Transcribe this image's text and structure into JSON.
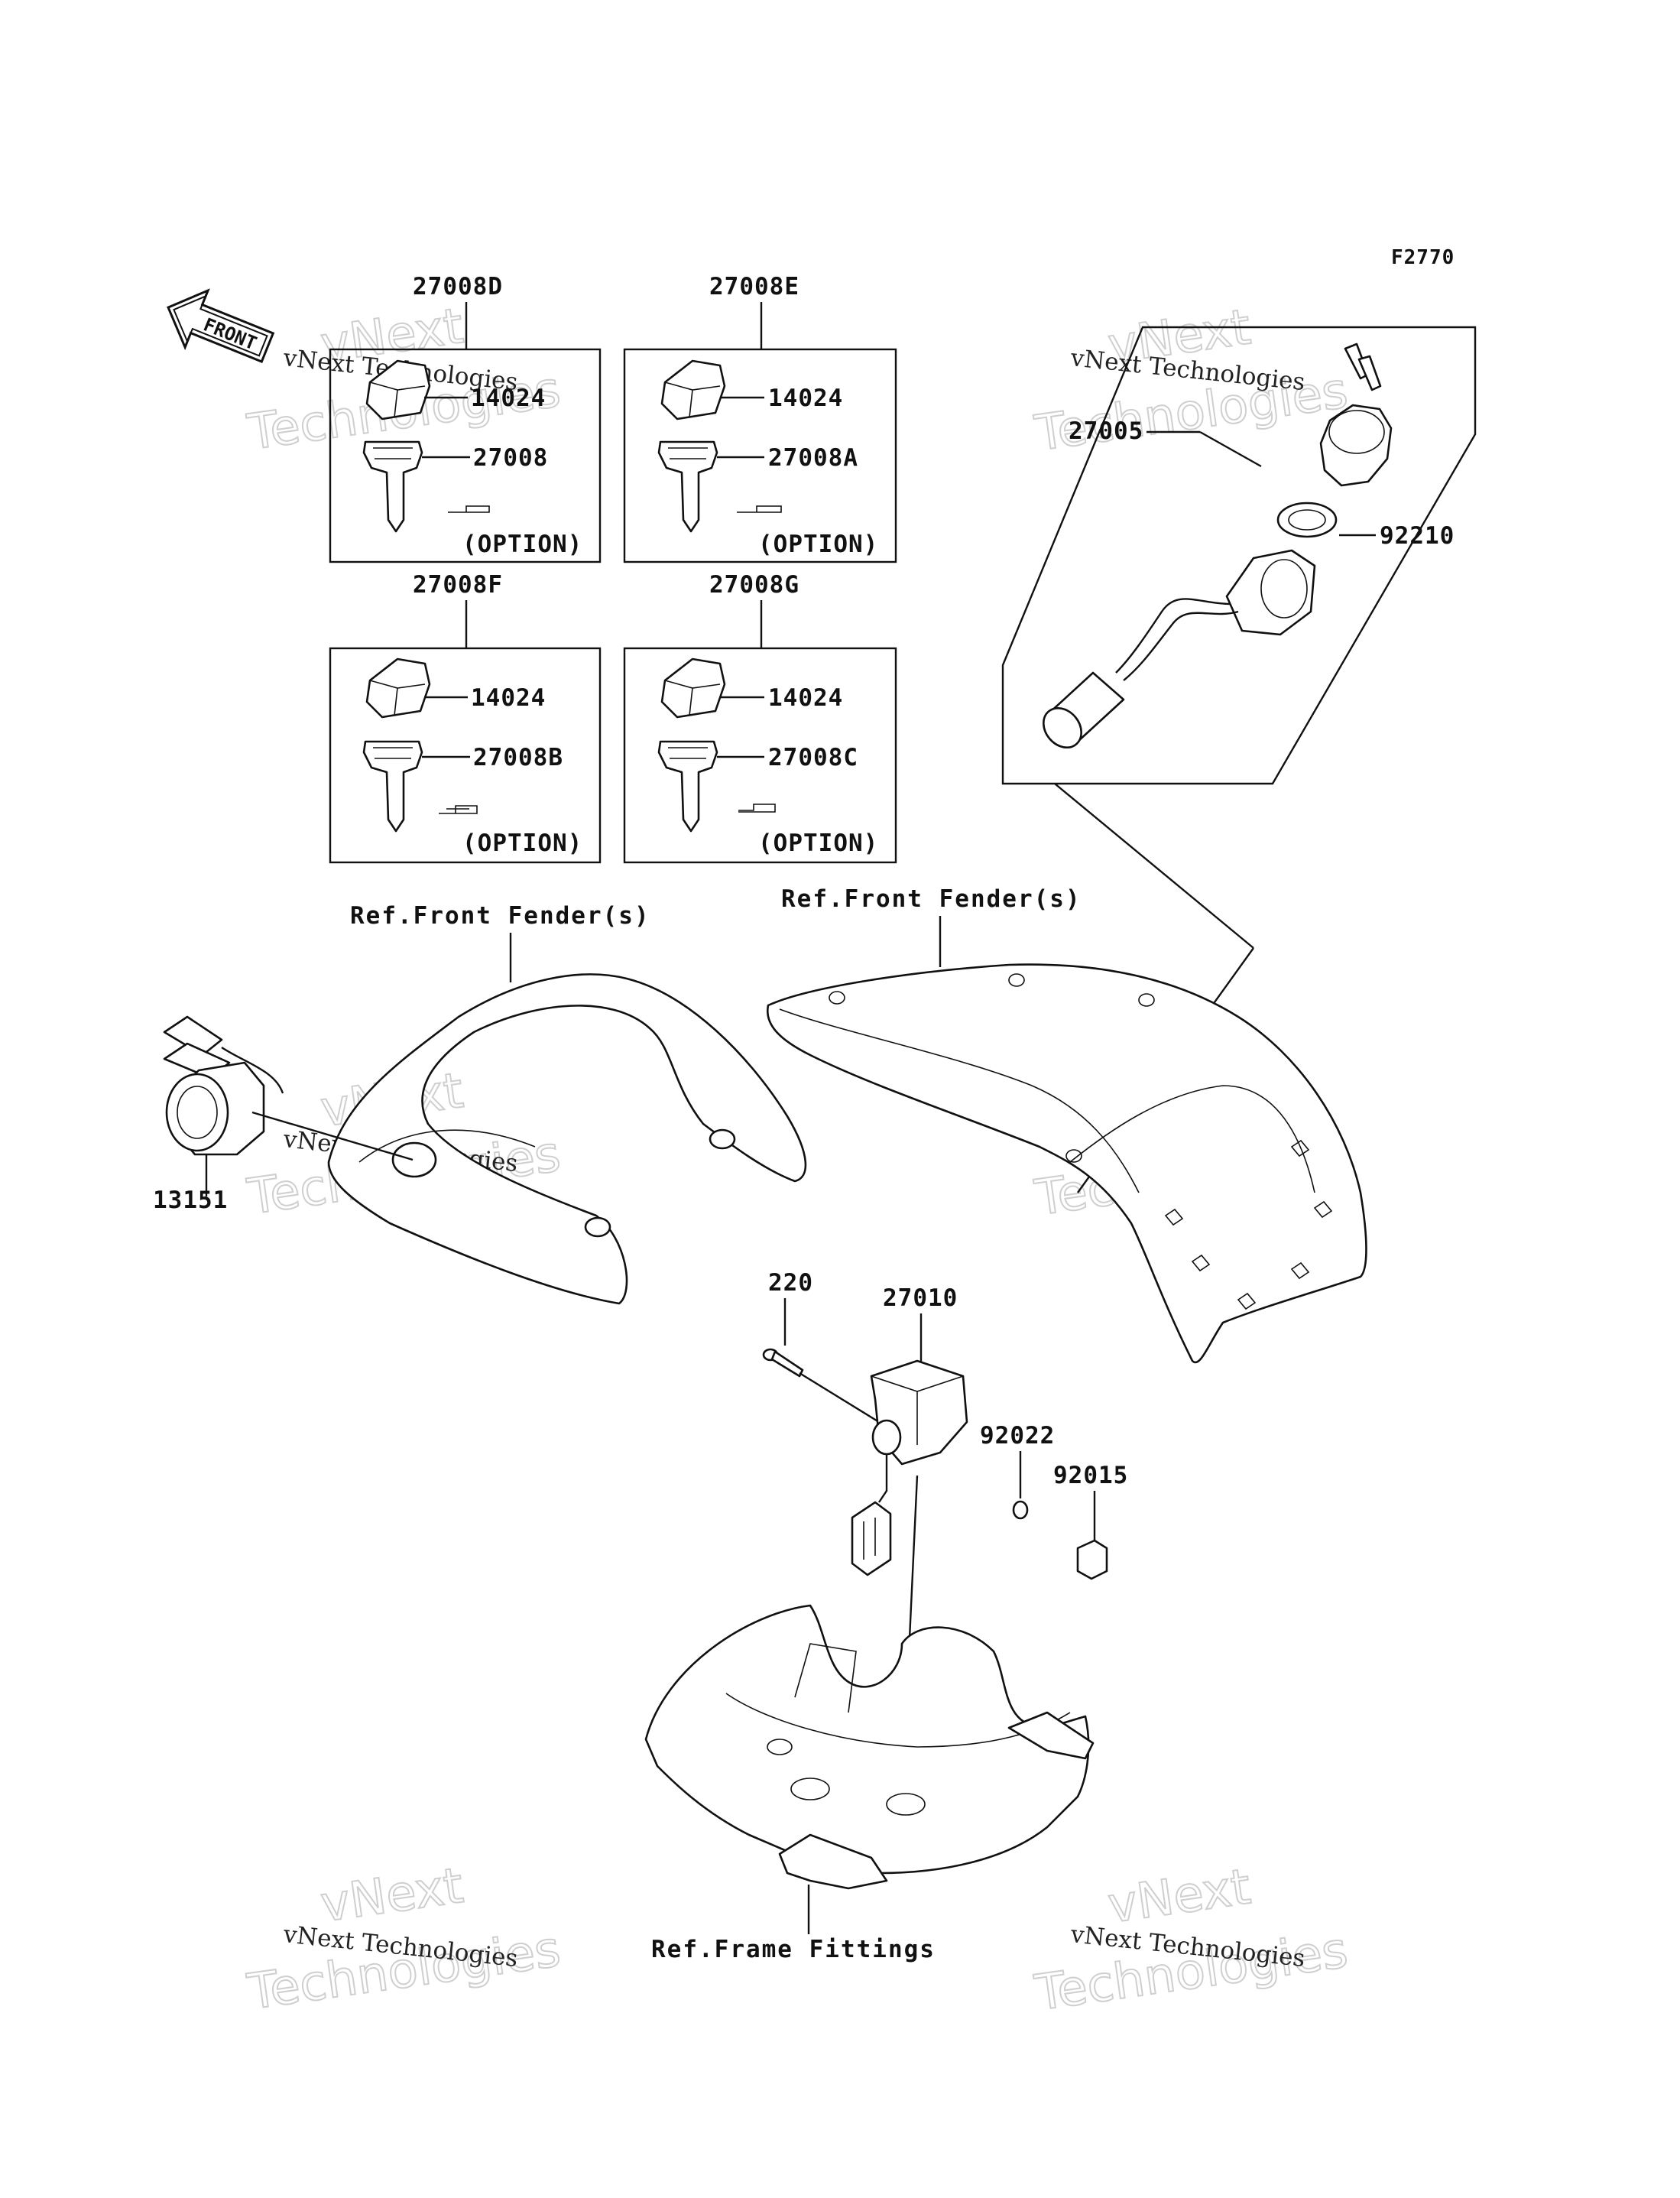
{
  "figure_code": "F2770",
  "front_label": "FRONT",
  "watermark": {
    "line1": "vNext",
    "line2": "vNext Technologies",
    "line3": "Technologies"
  },
  "kits": [
    {
      "kit": "27008D",
      "cap": "14024",
      "key": "27008",
      "option": "(OPTION)"
    },
    {
      "kit": "27008E",
      "cap": "14024",
      "key": "27008A",
      "option": "(OPTION)"
    },
    {
      "kit": "27008F",
      "cap": "14024",
      "key": "27008B",
      "option": "(OPTION)"
    },
    {
      "kit": "27008G",
      "cap": "14024",
      "key": "27008C",
      "option": "(OPTION)"
    }
  ],
  "parts": {
    "ignition_switch": "27005",
    "nut": "92210",
    "socket": "13151",
    "screw": "220",
    "switch": "27010",
    "washer": "92022",
    "clip": "92015"
  },
  "refs": {
    "front_fender_left": "Ref.Front Fender(s)",
    "front_fender_right": "Ref.Front Fender(s)",
    "frame_fittings": "Ref.Frame Fittings"
  }
}
